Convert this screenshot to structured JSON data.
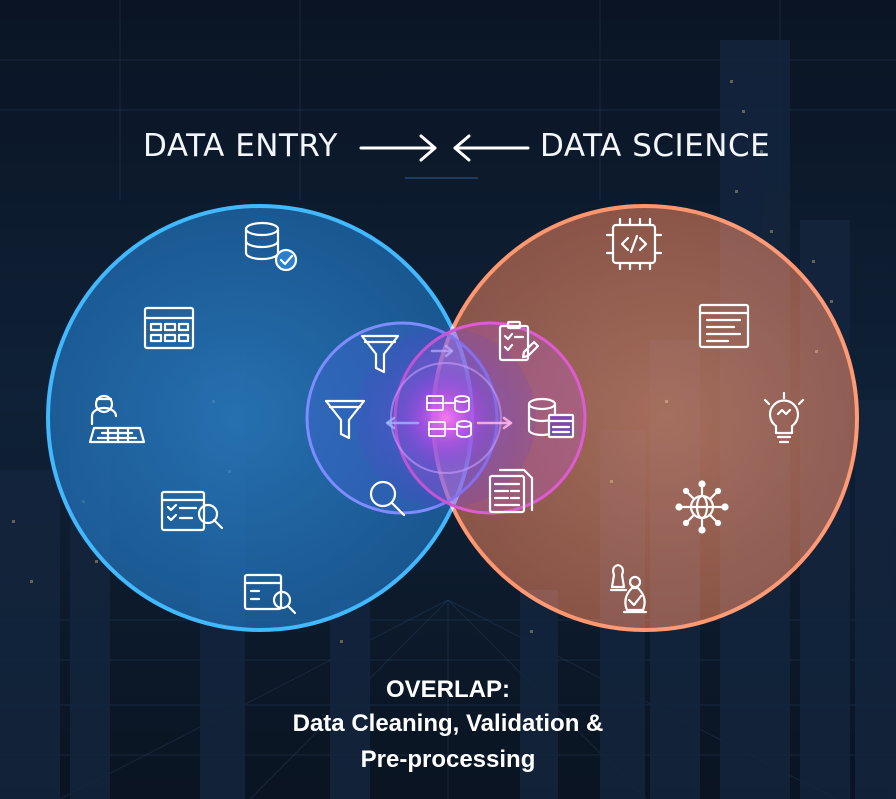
{
  "header": {
    "left_title": "DATA ENTRY",
    "right_title": "DATA SCIENCE"
  },
  "colors": {
    "data_entry": "#2f8fe0",
    "data_science": "#e2743f",
    "overlap": "#b144e6",
    "background": "#0b1526"
  },
  "icons": {
    "data_entry": [
      "database-check-icon",
      "spreadsheet-grid-icon",
      "keyboard-operator-icon",
      "form-search-icon",
      "window-search-icon"
    ],
    "overlap": [
      "funnel-icon",
      "funnel-icon",
      "magnifier-icon",
      "data-flow-icon",
      "arrow-right-icon",
      "arrow-left-icon",
      "arrow-right-icon"
    ],
    "data_science": [
      "code-chip-icon",
      "text-document-icon",
      "clipboard-check-icon",
      "database-table-icon",
      "report-document-icon",
      "lightbulb-icon",
      "network-globe-icon",
      "chess-pieces-icon"
    ]
  },
  "caption": {
    "title": "OVERLAP:",
    "line1": "Data Cleaning, Validation &",
    "line2": "Pre-processing"
  }
}
